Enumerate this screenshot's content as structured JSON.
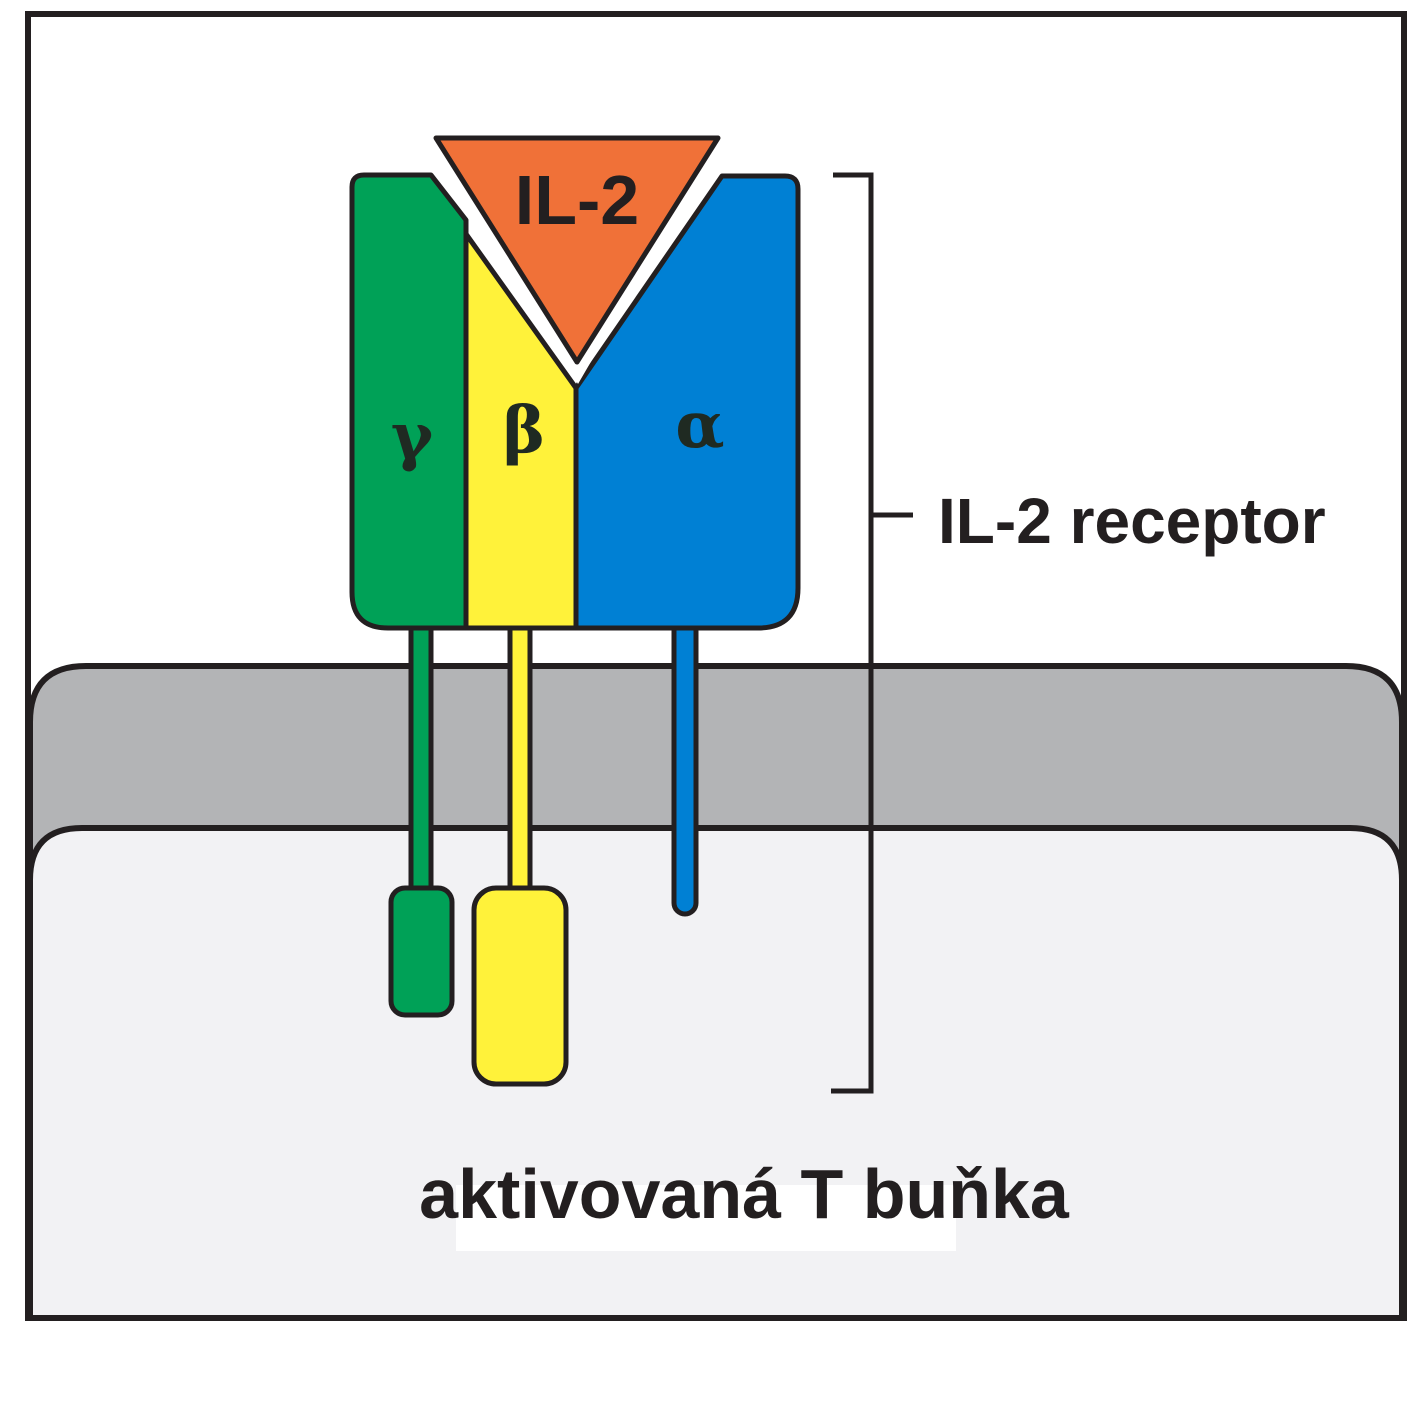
{
  "ligand": {
    "label": "IL-2",
    "color": "#f07138"
  },
  "chains": [
    {
      "key": "gamma",
      "symbol": "γ",
      "color": "#00a157",
      "symbol_color": "#1f2a22"
    },
    {
      "key": "beta",
      "symbol": "β",
      "color": "#fff23a",
      "symbol_color": "#1f2a22"
    },
    {
      "key": "alpha",
      "symbol": "α",
      "color": "#0080d4",
      "symbol_color": "#1f2a22"
    }
  ],
  "receptor_label": "IL-2 receptor",
  "cell_label": "aktivovaná T buňka",
  "colors": {
    "membrane": "#b3b4b6",
    "cytoplasm": "#f2f2f4",
    "outline": "#231f20",
    "text": "#231f20"
  }
}
